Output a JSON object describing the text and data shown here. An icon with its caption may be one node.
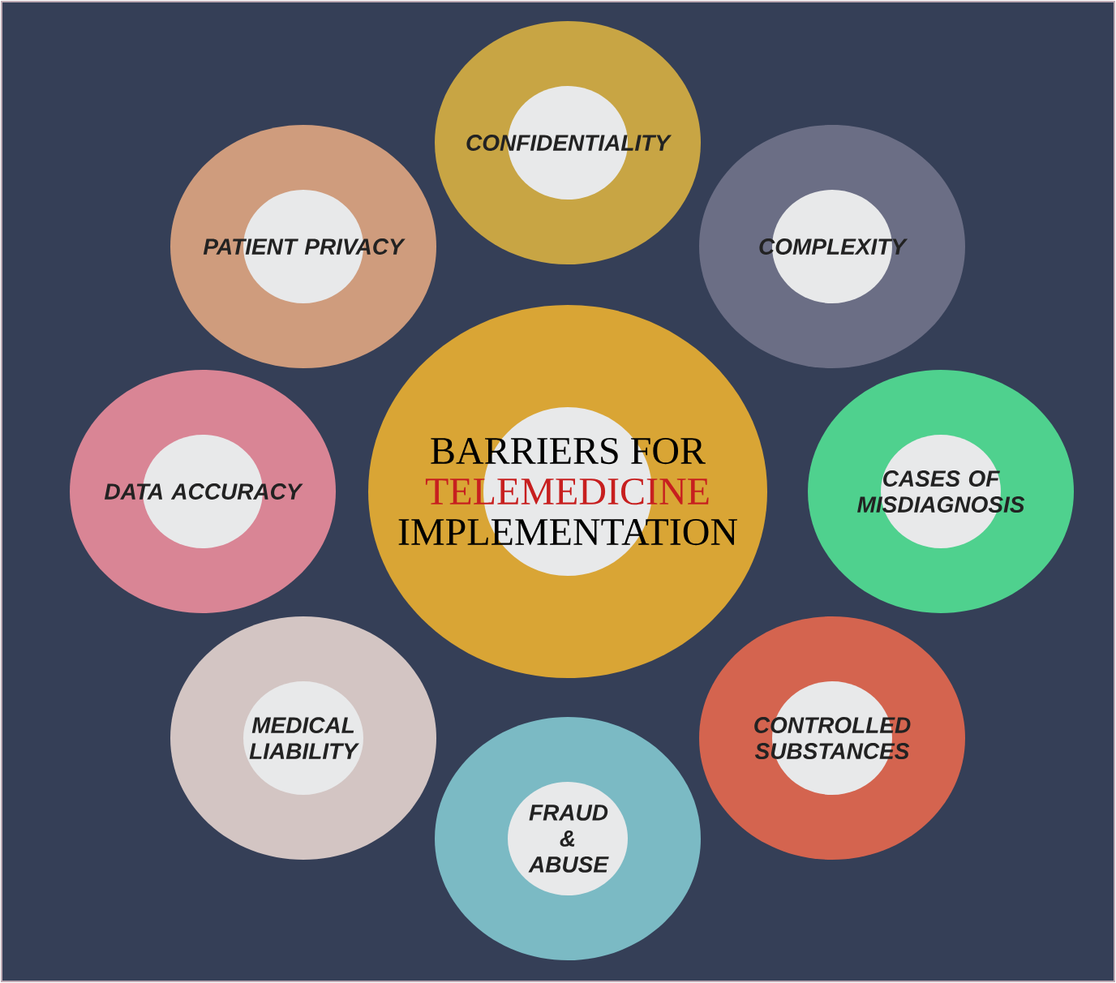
{
  "diagram": {
    "nodes": [
      {
        "text": [
          "BARRIERS FOR",
          "TELEMEDICINE",
          "IMPLEMENTATION"
        ]
      },
      {
        "text": [
          "CONFIDENTIALITY"
        ]
      },
      {
        "text": [
          "PATIENT PRIVACY"
        ]
      },
      {
        "text": [
          "COMPLEXITY"
        ]
      },
      {
        "text": [
          "DATA ACCURACY"
        ]
      },
      {
        "text": [
          "CASES OF MISDIAGNOSIS"
        ]
      },
      {
        "text": [
          "MEDICAL LIABILITY"
        ]
      },
      {
        "text": [
          "CONTROLLED SUBSTANCES"
        ]
      },
      {
        "text": [
          "FRAUD & ABUSE"
        ]
      }
    ]
  }
}
